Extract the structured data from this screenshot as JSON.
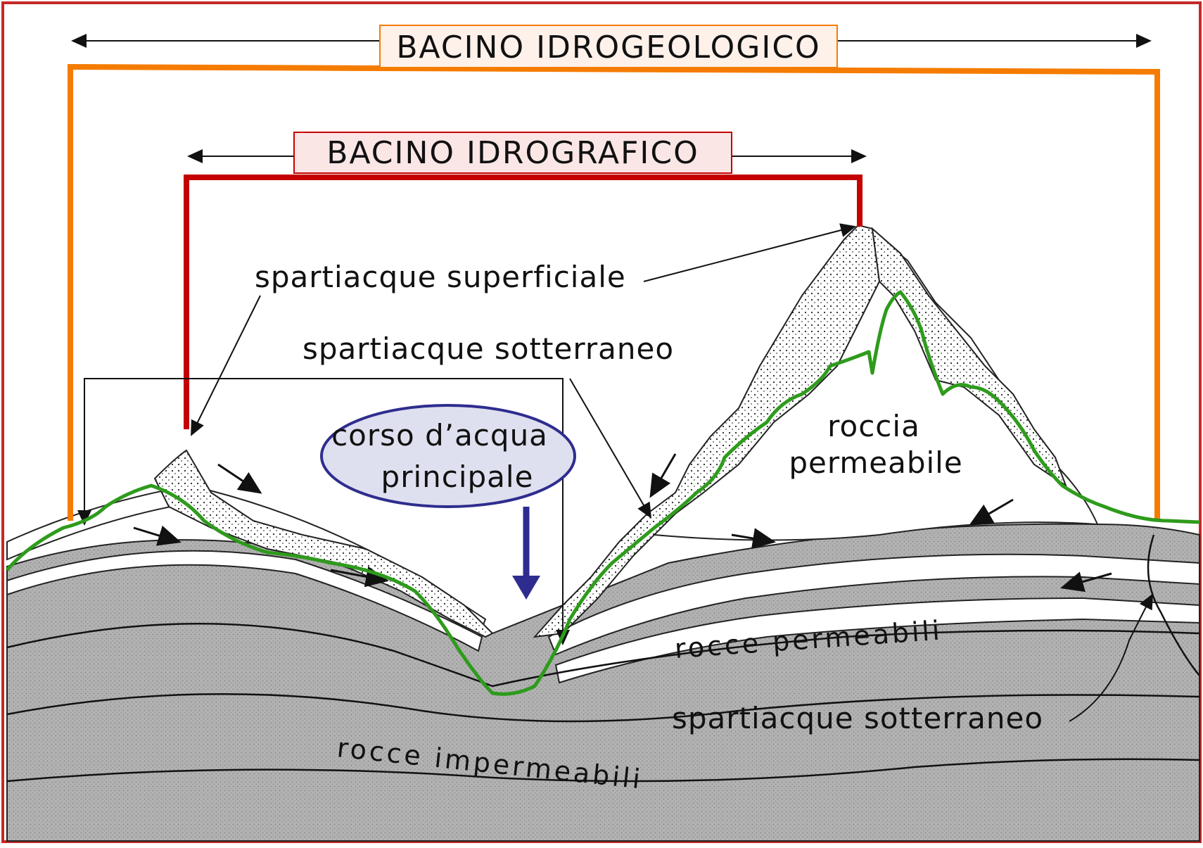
{
  "titles": {
    "hydrogeological_basin": "BACINO IDROGEOLOGICO",
    "hydrographic_basin": "BACINO IDROGRAFICO"
  },
  "labels": {
    "surface_divide": "spartiacque superficiale",
    "underground_divide_top": "spartiacque sotterraneo",
    "underground_divide_right": "spartiacque sotterraneo",
    "main_stream_line1": "corso d’acqua",
    "main_stream_line2": "principale",
    "permeable_rock_line1": "roccia",
    "permeable_rock_line2": "permeabile",
    "permeable_rocks": "rocce   permeabili",
    "impermeable_rocks": "rocce   impermeabili"
  },
  "colors": {
    "frame_border": "#c62828",
    "hydrogeological_bracket": "#f57c00",
    "hydrographic_bracket": "#c40000",
    "groundwater_divide_line": "#2e9b1c",
    "stream_callout": "#2e2d8f",
    "stream_callout_fill": "#dfe0ef",
    "impermeable_fill": "#a9a9a9",
    "permeable_layer_fill": "#ffffff",
    "ink": "#111111"
  }
}
